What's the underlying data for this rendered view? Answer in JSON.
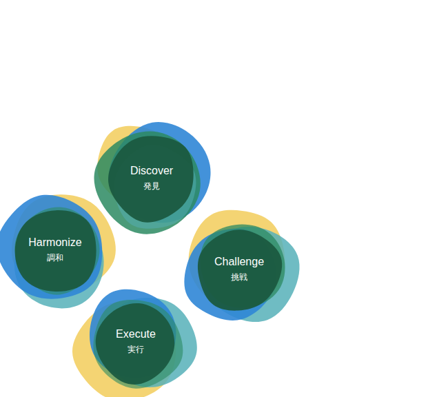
{
  "diagram": {
    "nodes": [
      {
        "text": [
          "Discover",
          "発見"
        ]
      },
      {
        "text": [
          "Harmonize",
          "調和"
        ]
      },
      {
        "text": [
          "Challenge",
          "挑戦"
        ]
      },
      {
        "text": [
          "Execute",
          "実行"
        ]
      }
    ]
  }
}
